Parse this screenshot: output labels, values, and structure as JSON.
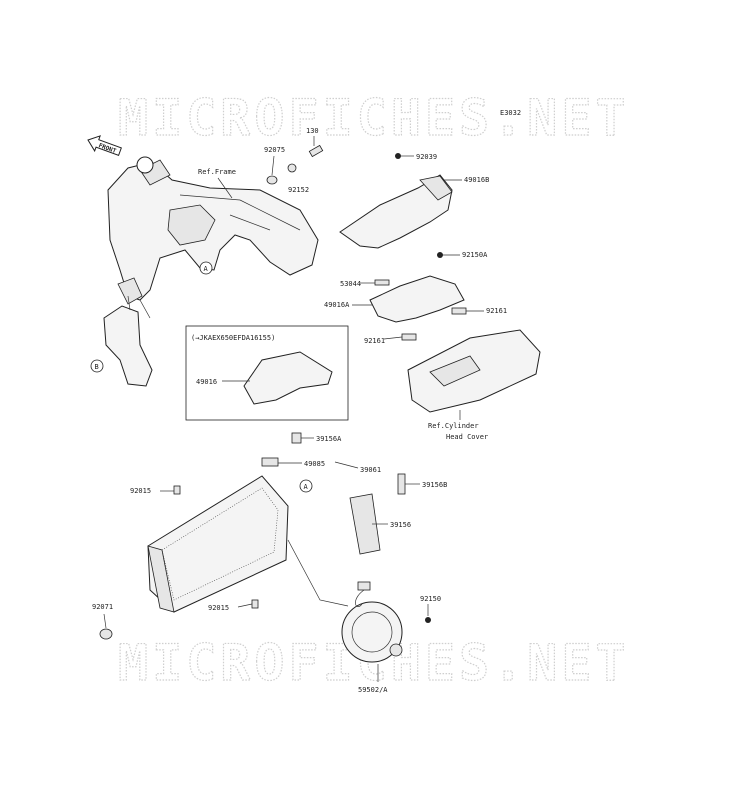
{
  "watermark": {
    "text": "MICROFICHES.NET"
  },
  "diagram_code": "E3032",
  "front_arrow": {
    "label": "FRONT"
  },
  "frame_variant_label": "(→JKAEX650EFDA16155)",
  "ref_notes": {
    "frame": "Ref.Frame",
    "cylinder_head_cover_line1": "Ref.Cylinder",
    "cylinder_head_cover_line2": "Head Cover"
  },
  "callouts": {
    "a": "A",
    "b": "B"
  },
  "part_numbers": {
    "p130": "130",
    "p92075": "92075",
    "p92152": "92152",
    "p92039": "92039",
    "p49016B": "49016B",
    "p92150A": "92150A",
    "p53044": "53044",
    "p49016A": "49016A",
    "p92161_right": "92161",
    "p92161_left": "92161",
    "p49016": "49016",
    "p39156A": "39156A",
    "p49085": "49085",
    "p39061": "39061",
    "p39156B": "39156B",
    "p92015_top": "92015",
    "p39156": "39156",
    "p92071": "92071",
    "p92015_bottom": "92015",
    "p92150": "92150",
    "p59502A": "59502/A"
  }
}
